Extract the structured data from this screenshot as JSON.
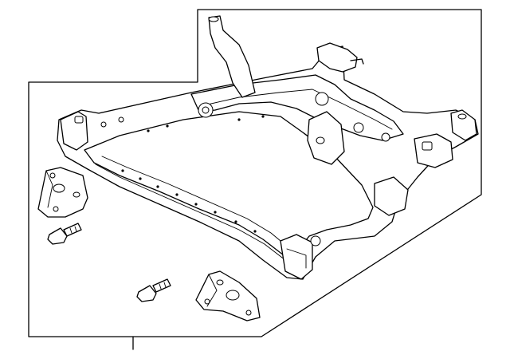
{
  "diagram": {
    "kind": "exploded-parts-illustration",
    "background": "#ffffff",
    "line_color": "#000000",
    "parts": [
      "engine-cradle-crossmember",
      "front-mount-bracket-left",
      "front-mount-bracket-right",
      "mounting-bolt-left",
      "mounting-bolt-right"
    ]
  }
}
